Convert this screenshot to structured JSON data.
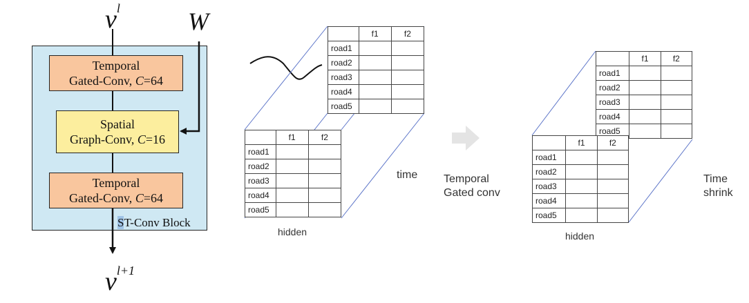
{
  "block": {
    "v_in_base": "v",
    "v_in_sup": "l",
    "v_out_base": "v",
    "v_out_sup": "l+1",
    "w_label": "W",
    "temporal1": {
      "line1": "Temporal",
      "line2_pre": "Gated-Conv, ",
      "line2_c": "C",
      "line2_post": "=64"
    },
    "spatial": {
      "line1": "Spatial",
      "line2_pre": "Graph-Conv, ",
      "line2_c": "C",
      "line2_post": "=16"
    },
    "temporal2": {
      "line1": "Temporal",
      "line2_pre": "Gated-Conv, ",
      "line2_c": "C",
      "line2_post": "=64"
    },
    "label_first": "S",
    "label_rest": "T-Conv Block"
  },
  "tables": {
    "header": [
      "",
      "f1",
      "f2"
    ],
    "rows": [
      "road1",
      "road2",
      "road3",
      "road4",
      "road5"
    ]
  },
  "left_cube": {
    "depth_label": "time",
    "front_label": "hidden"
  },
  "transition": {
    "line1": "Temporal",
    "line2": "Gated conv"
  },
  "right_cube": {
    "depth_label_line1": "Time",
    "depth_label_line2": "shrink",
    "front_label": "hidden"
  },
  "colors": {
    "temporal_fill": "#f9c69e",
    "spatial_fill": "#fcee9e",
    "block_fill": "#cfe8f3",
    "cube_edge": "#5b74c8"
  }
}
